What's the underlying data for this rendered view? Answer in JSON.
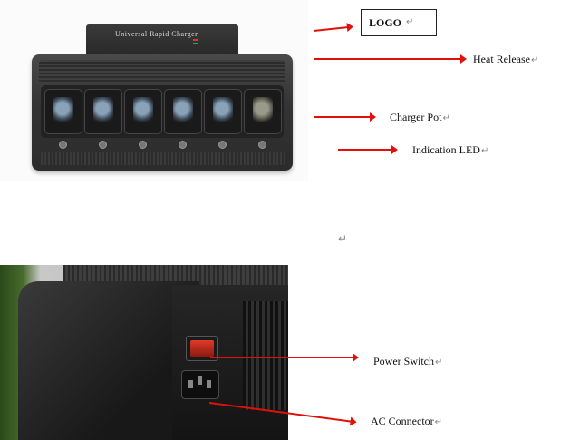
{
  "top_photo": {
    "charger_title": "Universal Rapid Charger"
  },
  "labels": {
    "logo": "LOGO",
    "heat_release": "Heat Release",
    "charger_pot": "Charger Pot",
    "indication_led": "Indication LED",
    "power_switch": "Power Switch",
    "ac_connector": "AC Connector"
  },
  "marks": {
    "paragraph": "↵"
  },
  "colors": {
    "arrow": "#e0100a",
    "switch": "#e03a2a"
  }
}
